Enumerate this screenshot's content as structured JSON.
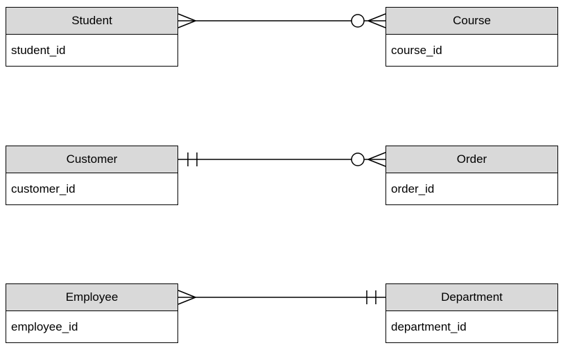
{
  "diagram": {
    "type": "entity-relationship-diagram",
    "notation": "crows-foot",
    "colors": {
      "header_fill": "#d9d9d9",
      "body_fill": "#ffffff",
      "border": "#000000",
      "line": "#000000"
    },
    "entities": [
      {
        "id": "student",
        "name": "Student",
        "attribute": "student_id",
        "column": "left",
        "row": 0
      },
      {
        "id": "course",
        "name": "Course",
        "attribute": "course_id",
        "column": "right",
        "row": 0
      },
      {
        "id": "customer",
        "name": "Customer",
        "attribute": "customer_id",
        "column": "left",
        "row": 1
      },
      {
        "id": "order",
        "name": "Order",
        "attribute": "order_id",
        "column": "right",
        "row": 1
      },
      {
        "id": "employee",
        "name": "Employee",
        "attribute": "employee_id",
        "column": "left",
        "row": 2
      },
      {
        "id": "department",
        "name": "Department",
        "attribute": "department_id",
        "column": "right",
        "row": 2
      }
    ],
    "relationships": [
      {
        "from": "Student",
        "to": "Course",
        "from_cardinality": "many",
        "to_cardinality": "zero-or-many"
      },
      {
        "from": "Customer",
        "to": "Order",
        "from_cardinality": "one-and-only-one",
        "to_cardinality": "zero-or-many"
      },
      {
        "from": "Employee",
        "to": "Department",
        "from_cardinality": "many",
        "to_cardinality": "one-and-only-one"
      }
    ]
  }
}
